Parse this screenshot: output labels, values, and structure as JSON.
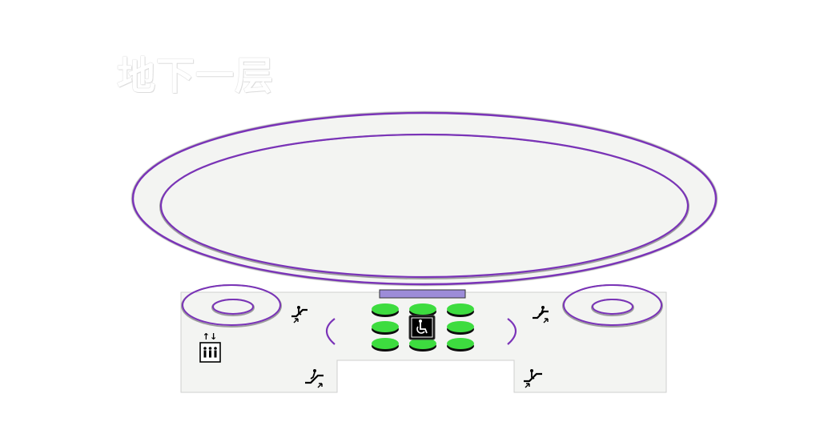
{
  "floor": {
    "title": "地下一层"
  },
  "colors": {
    "background": "#ffffff",
    "floor_fill": "#f3f4f2",
    "outline_purple": "#7a33b8",
    "outline_shadow": "#9e9e9e",
    "pillar_green": "#3ddc3f",
    "pillar_dark": "#0d0d0d",
    "platform_bar": "#9c8cd8",
    "icon_black": "#000000"
  },
  "legend_icons": [
    {
      "name": "escalator-up-icon"
    },
    {
      "name": "escalator-down-icon"
    },
    {
      "name": "elevator-icon"
    },
    {
      "name": "wheelchair-accessible-icon"
    }
  ],
  "escalators": [
    {
      "name": "escalator-down-left-upper",
      "direction": "down"
    },
    {
      "name": "escalator-up-right-upper",
      "direction": "up"
    },
    {
      "name": "escalator-up-left-lower",
      "direction": "up"
    },
    {
      "name": "escalator-down-right-lower",
      "direction": "down"
    }
  ],
  "elevator": {
    "name": "elevator",
    "arrows": "↑↓"
  },
  "pillars": {
    "count": 9,
    "rows": 3,
    "cols": 3
  }
}
